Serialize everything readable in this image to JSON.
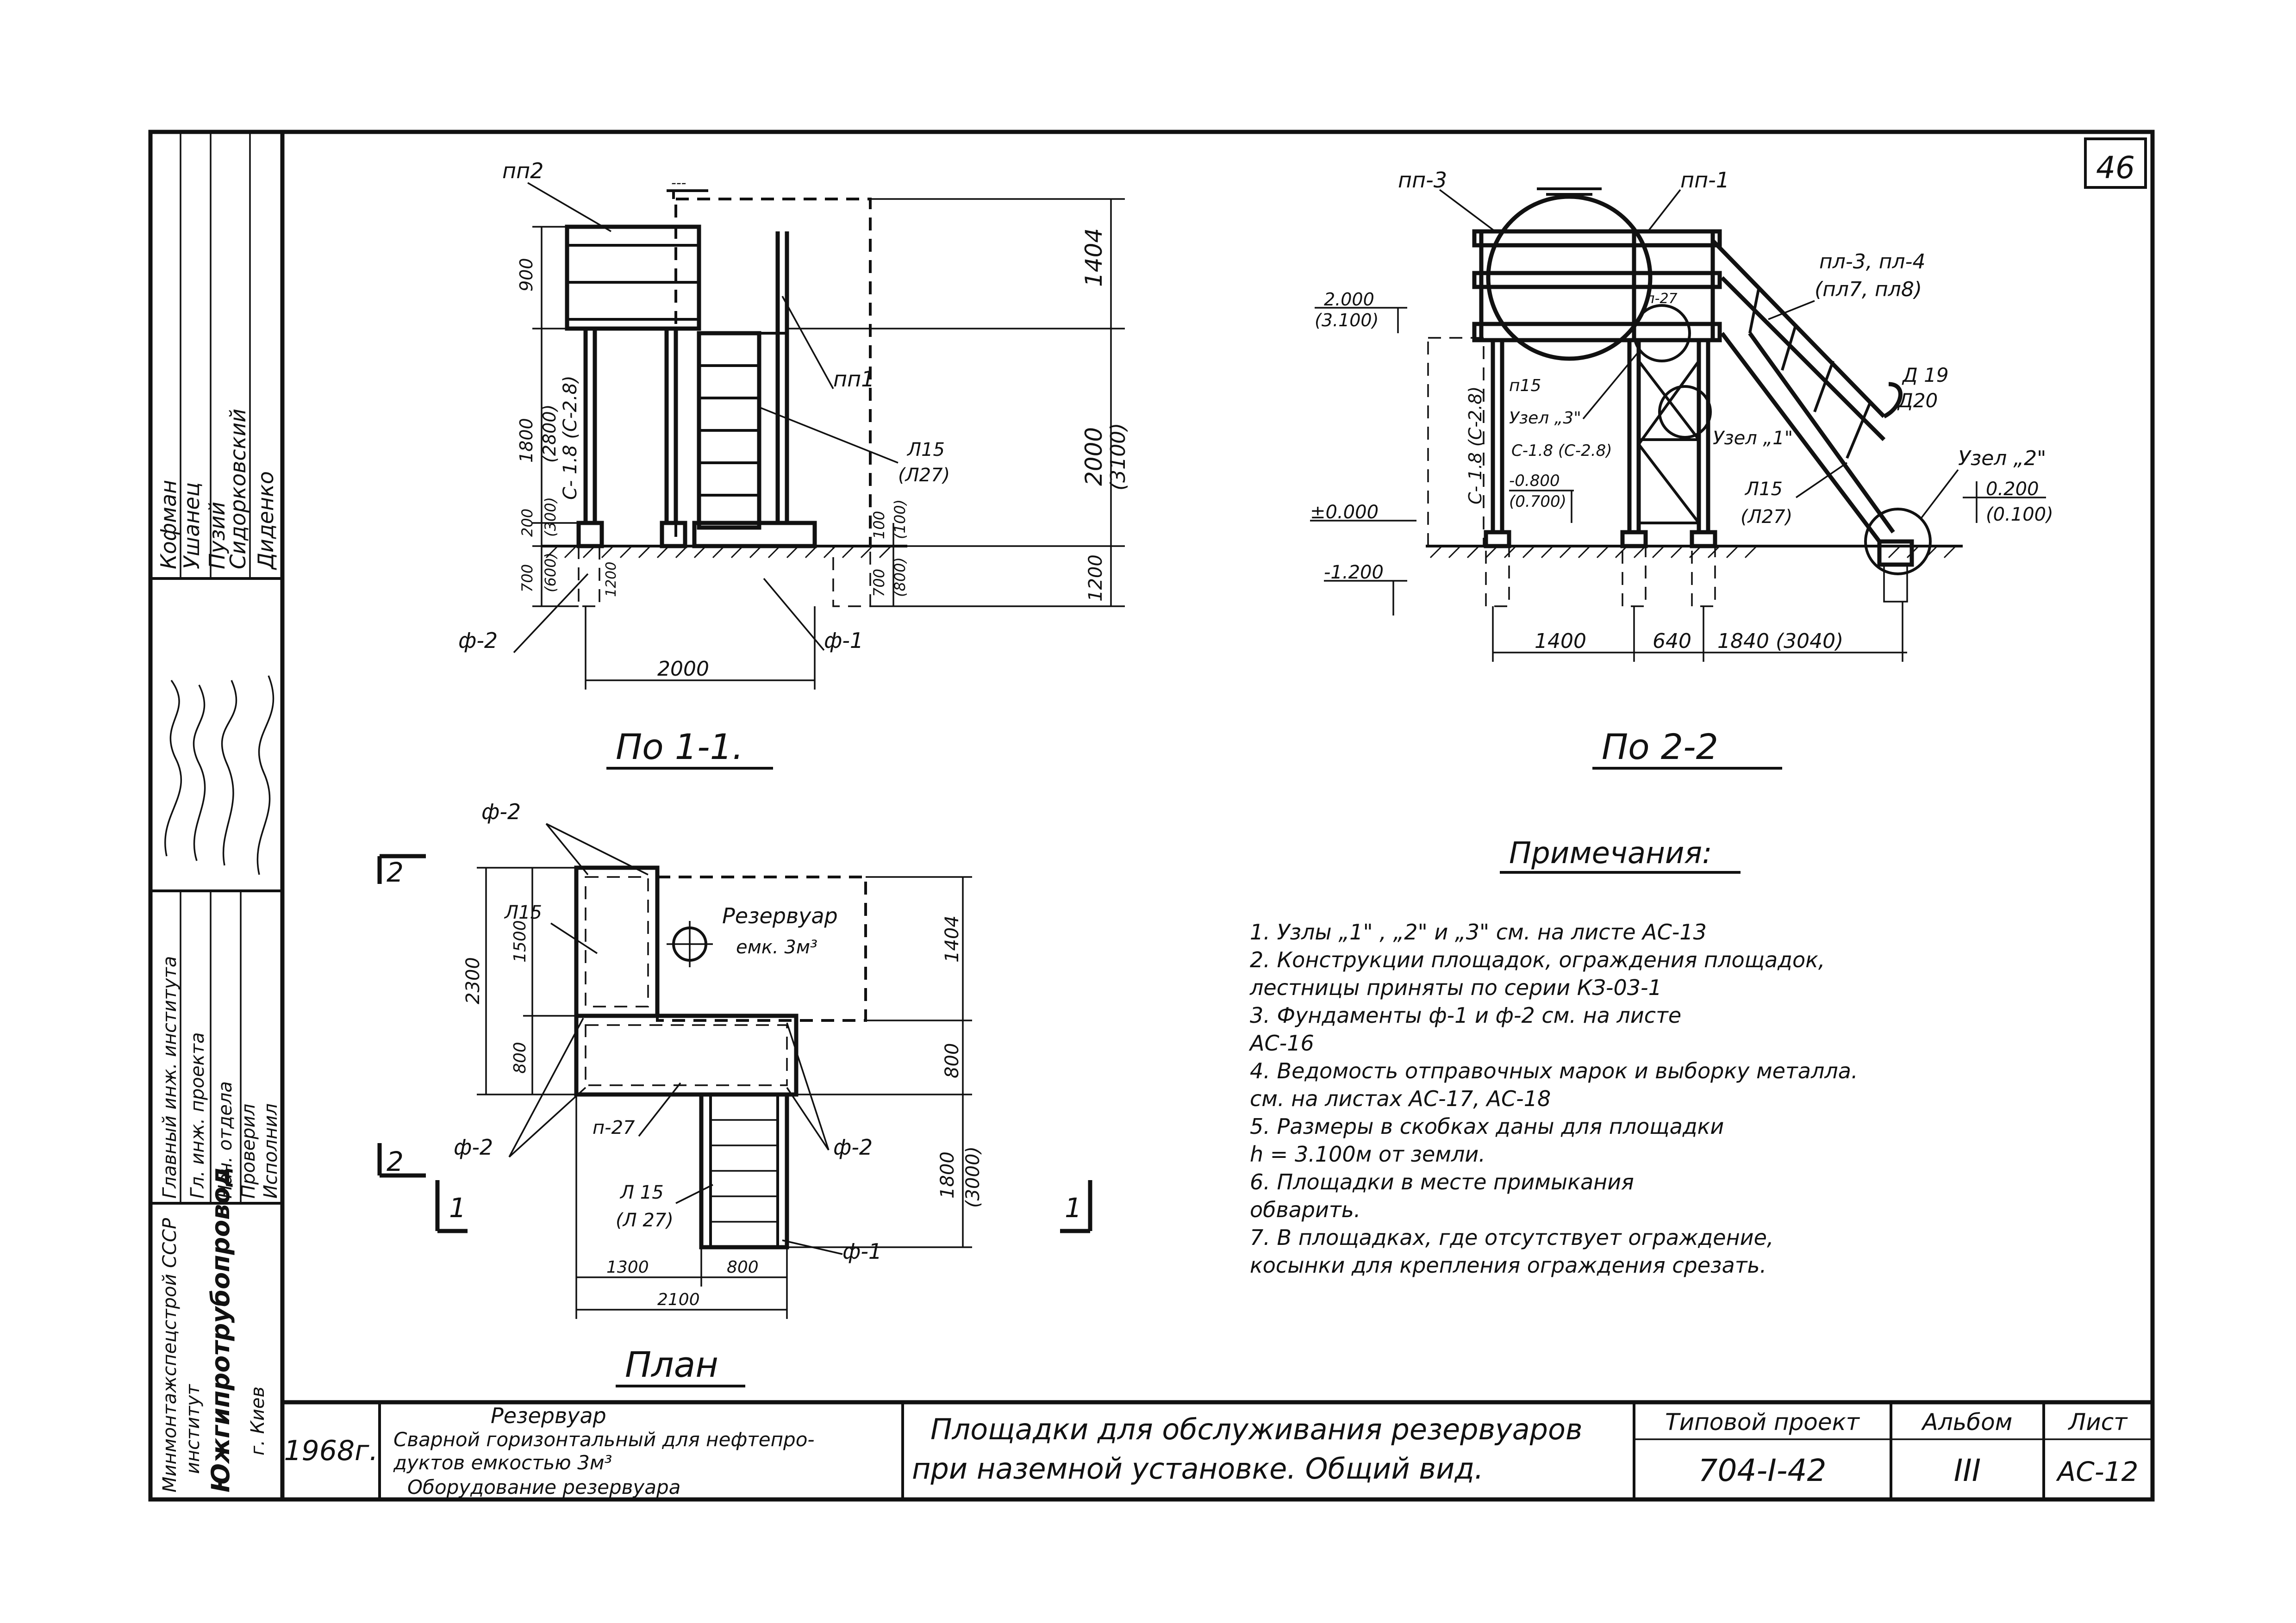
{
  "sheet_number": "46",
  "view_1_1": {
    "title": "По 1-1.",
    "labels": {
      "pp2": "пп2",
      "pp1": "пп1",
      "l15": "Л15",
      "l27": "(Л27)",
      "f2": "ф-2",
      "f1": "ф-1",
      "col": "С- 1.8 (С-2.8)",
      "dim_top": "---"
    },
    "dims": {
      "d900": "900",
      "d1800": "1800",
      "d2800": "(2800)",
      "d200": "200",
      "d300": "(300)",
      "d700": "700",
      "d600": "(600)",
      "d1200": "1200",
      "d2000": "2000",
      "d1404": "1404",
      "d2000v": "2000",
      "d3100": "(3100)",
      "d100": "100",
      "d100b": "(100)",
      "d800": "(800)",
      "d700r": "700",
      "d1200r": "1200"
    }
  },
  "view_2_2": {
    "title": "По 2-2",
    "labels": {
      "pp3": "пп-3",
      "pp1": "пп-1",
      "pp34": "пл-3, пл-4",
      "pp78": "(пл7, пл8)",
      "n27": "п-27",
      "p15": "п15",
      "uzel3": "Узел „3\"",
      "uzel1": "Узел „1\"",
      "uzel2": "Узел „2\"",
      "col": "С-1.8 (С-2.8)",
      "col2": "С- 1.8 (С-2.8)",
      "l15": "Л15",
      "l27": "(Л27)",
      "d19": "Д 19",
      "d20": "Д20"
    },
    "levels": {
      "l2000": "2.000",
      "l3100": "(3.100)",
      "l0000": "±0.000",
      "lm1200": "-1.200",
      "lm0800": "-0.800",
      "lm0700": "(0.700)",
      "l0200": "0.200",
      "l0100": "(0.100)"
    },
    "dims": {
      "d1400": "1400",
      "d640": "640",
      "d1840": "1840 (3040)"
    }
  },
  "plan": {
    "title": "План",
    "labels": {
      "f2a": "ф-2",
      "f2b": "ф-2",
      "f2c": "ф-2",
      "f1": "ф-1",
      "l15": "Л15",
      "n27": "п-27",
      "l15b": "Л 15",
      "l27": "(Л 27)",
      "tank": "Резервуар",
      "tank_cap": "емк. 3м³",
      "sec2": "2",
      "sec2b": "2",
      "sec1": "1",
      "sec1b": "1"
    },
    "dims": {
      "d2300": "2300",
      "d1500": "1500",
      "d800": "800",
      "d1404": "1404",
      "d800r": "800",
      "d1800": "1800",
      "d3000": "(3000)",
      "d1300": "1300",
      "d800b": "800",
      "d2100": "2100"
    }
  },
  "notes": {
    "title": "Примечания:",
    "items": [
      "1.  Узлы „1\" , „2\" и „3\"  см. на листе  АС-13",
      "2.  Конструкции площадок, ограждения площадок,",
      "     лестницы приняты по серии  КЗ-03-1",
      "3.  Фундаменты  ф-1 и ф-2  см. на листе",
      "     АС-16",
      "4.  Ведомость отправочных марок и выборку металла.",
      "     см. на листах    АС-17,    АС-18",
      "5.  Размеры  в  скобках  даны для площадки",
      "     h = 3.100м  от  земли.",
      "6.  Площадки в месте примыкания",
      "     обварить.",
      "7.  В площадках, где отсутствует ограждение,",
      "     косынки для крепления ограждения срезать."
    ]
  },
  "side_stamp": {
    "roles": [
      "Главный инж. института",
      "Гл. инж. проекта",
      "Нач. отдела",
      "Проверил",
      "Исполнил"
    ],
    "names": [
      "Кофман",
      "Ушанец",
      "Пузий",
      "Сидорковский",
      "Диденко"
    ],
    "org_line1": "Минмонтажспецстрой СССР",
    "org_line2": "институт",
    "org_line3": "Южгипротрубопровод",
    "org_line4": "г. Киев"
  },
  "title_block": {
    "year": "1968г.",
    "object_1": "Резервуар",
    "object_2": "Сварной горизонтальный для нефтепро-",
    "object_3": "дуктов  емкостью  3м³",
    "object_4": "Оборудование резервуара",
    "drawing_title_1": "Площадки для обслуживания резервуаров",
    "drawing_title_2": "при наземной установке. Общий вид.",
    "type_project_label": "Типовой проект",
    "type_project_value": "704-I-42",
    "album_label": "Альбом",
    "album_value": "III",
    "sheet_label": "Лист",
    "sheet_value": "АС-12"
  }
}
